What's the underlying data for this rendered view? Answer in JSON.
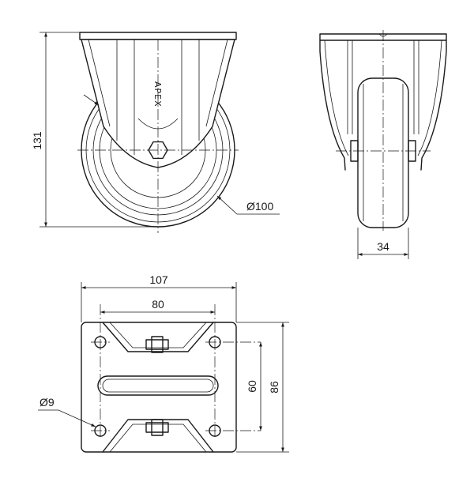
{
  "drawing": {
    "brand_text": "APEX",
    "side_view": {
      "height_label": "131",
      "wheel_diameter_label": "Ø100"
    },
    "front_view": {
      "wheel_width_label": "34"
    },
    "top_plate": {
      "plate_length_label": "107",
      "hole_spacing_length_label": "80",
      "hole_spacing_width_label": "60",
      "plate_width_label": "86",
      "hole_diameter_label": "Ø9"
    }
  }
}
